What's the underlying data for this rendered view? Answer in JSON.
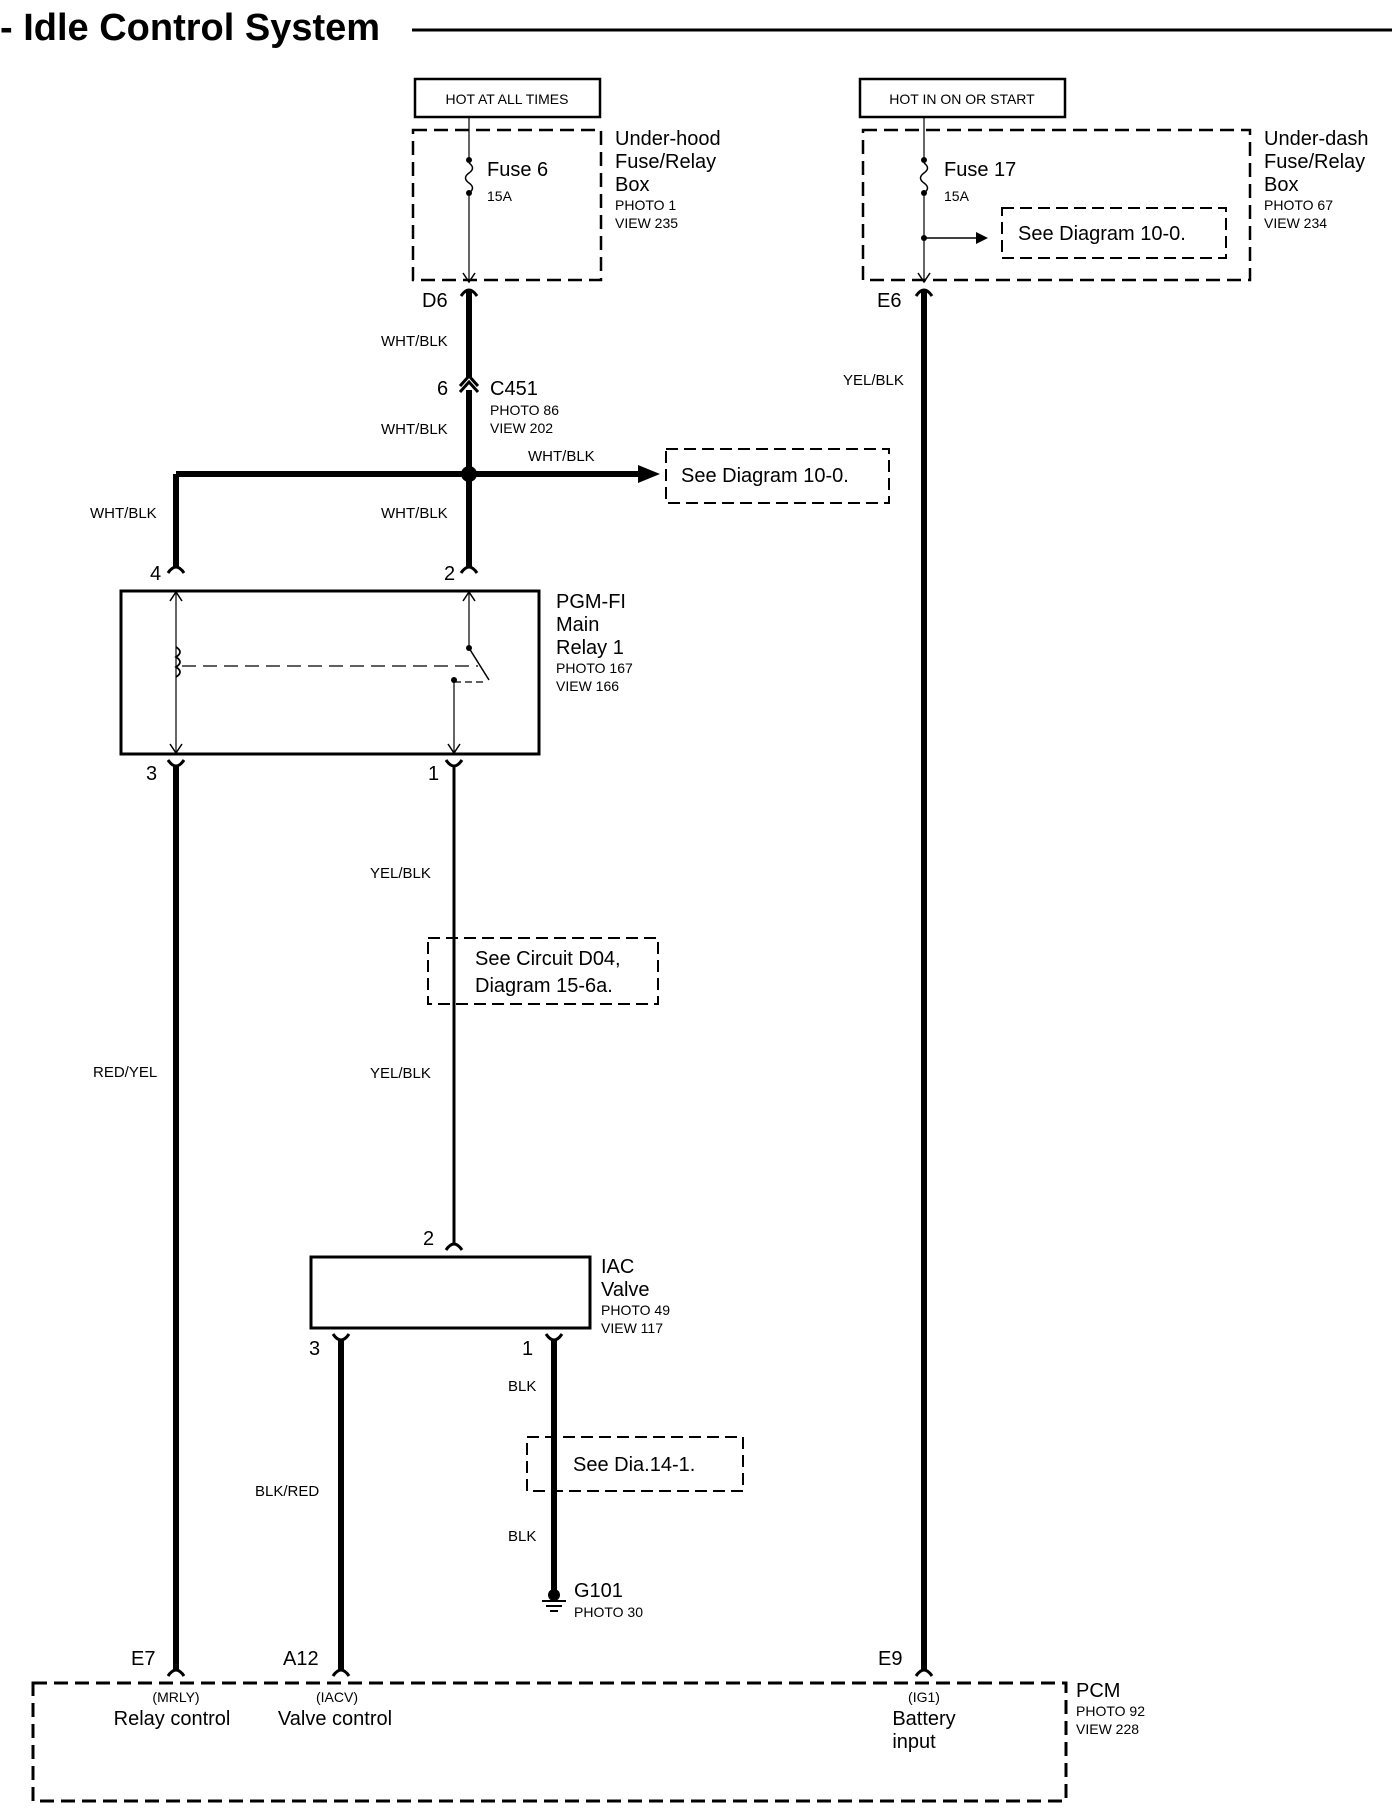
{
  "title": "- Idle Control System",
  "power_sources": {
    "hot_at_all_times": "HOT AT ALL TIMES",
    "hot_in_on_or_start": "HOT IN ON OR START"
  },
  "underhood_box": {
    "name_line1": "Under-hood",
    "name_line2": "Fuse/Relay",
    "name_line3": "Box",
    "photo": "PHOTO 1",
    "view": "VIEW 235",
    "fuse_label": "Fuse 6",
    "fuse_rating": "15A",
    "terminal": "D6"
  },
  "underdash_box": {
    "name_line1": "Under-dash",
    "name_line2": "Fuse/Relay",
    "name_line3": "Box",
    "photo": "PHOTO 67",
    "view": "VIEW 234",
    "fuse_label": "Fuse 17",
    "fuse_rating": "15A",
    "see_ref": "See   Diagram 10-0.",
    "terminal": "E6"
  },
  "connector_c451": {
    "pin": "6",
    "name": "C451",
    "photo": "PHOTO 86",
    "view": "VIEW 202"
  },
  "main_relay": {
    "name_line1": "PGM-FI",
    "name_line2": "Main",
    "name_line3": "Relay 1",
    "photo": "PHOTO 167",
    "view": "VIEW 166",
    "pin_4": "4",
    "pin_2": "2",
    "pin_3": "3",
    "pin_1": "1"
  },
  "iac_valve": {
    "name_line1": "IAC",
    "name_line2": "Valve",
    "photo": "PHOTO 49",
    "view": "VIEW 117",
    "pin_2": "2",
    "pin_3": "3",
    "pin_1": "1"
  },
  "ground": {
    "name": "G101",
    "photo": "PHOTO 30"
  },
  "pcm": {
    "name": "PCM",
    "photo": "PHOTO 92",
    "view": "VIEW 228",
    "e7": "E7",
    "a12": "A12",
    "e9": "E9",
    "mrly_code": "(MRLY)",
    "mrly_label": "Relay control",
    "iacv_code": "(IACV)",
    "iacv_label": "Valve control",
    "ig1_code": "(IG1)",
    "ig1_line1": "Battery",
    "ig1_line2": "input"
  },
  "wire_colors": {
    "d6_to_c451": "WHT/BLK",
    "c451_to_splice": "WHT/BLK",
    "splice_to_right": "WHT/BLK",
    "splice_to_relay4": "WHT/BLK",
    "splice_to_relay2": "WHT/BLK",
    "e6_to_e9": "YEL/BLK",
    "relay1_upper": "YEL/BLK",
    "relay1_lower": "YEL/BLK",
    "relay3_to_pcm": "RED/YEL",
    "iac3_to_pcm": "BLK/RED",
    "iac1_upper": "BLK",
    "iac1_lower": "BLK"
  },
  "references": {
    "splice_see": "See   Diagram 10-0.",
    "circuit_line1": "See Circuit D04,",
    "circuit_line2": "Diagram 15-6a.",
    "ground_see": "See Dia.14-1."
  }
}
